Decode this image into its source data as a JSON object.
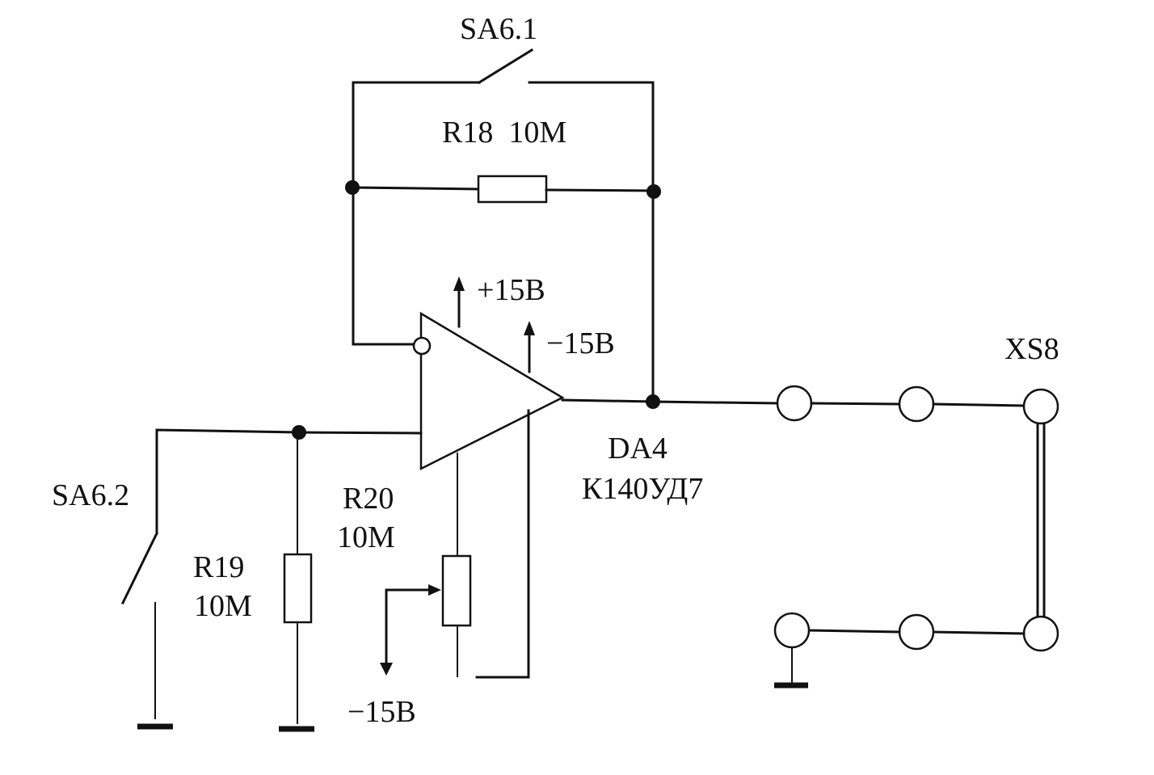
{
  "labels": {
    "sa61": "SA6.1",
    "r18": "R18  10M",
    "plus15": "+15B",
    "minus15_top": "−15B",
    "xs8": "XS8",
    "da4": "DA4",
    "k140": "К140УД7",
    "sa62": "SA6.2",
    "r20": "R20",
    "r20_val": "10M",
    "r19": "R19",
    "r19_val": "10M",
    "minus15_bottom": "−15B"
  }
}
